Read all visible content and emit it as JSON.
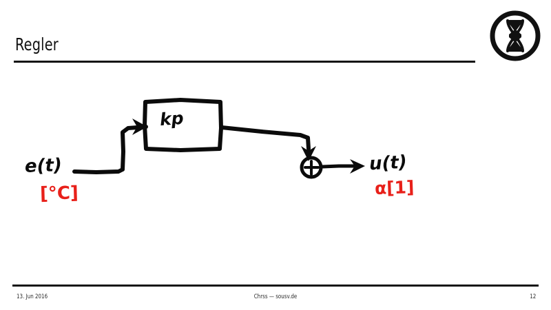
{
  "slide": {
    "title": "Regler",
    "logo_icon": "hourglass-in-circle-logo"
  },
  "diagram": {
    "input_label": "e(t)",
    "input_unit": "[°C]",
    "block_label": "kp",
    "sum_symbol": "⊕",
    "output_label": "u(t)",
    "output_unit": "α[1]",
    "colors": {
      "ink": "#0b0b0b",
      "annotation": "#e8201a"
    },
    "icons": {
      "input_arrow": "arrow-right-icon",
      "block_to_sum_arrow": "arrow-down-icon",
      "output_arrow": "arrow-right-icon",
      "summing_junction": "plus-circle-icon"
    }
  },
  "footer": {
    "date": "13. Jun 2016",
    "author": "Chrss — sousv.de",
    "page": "12"
  }
}
